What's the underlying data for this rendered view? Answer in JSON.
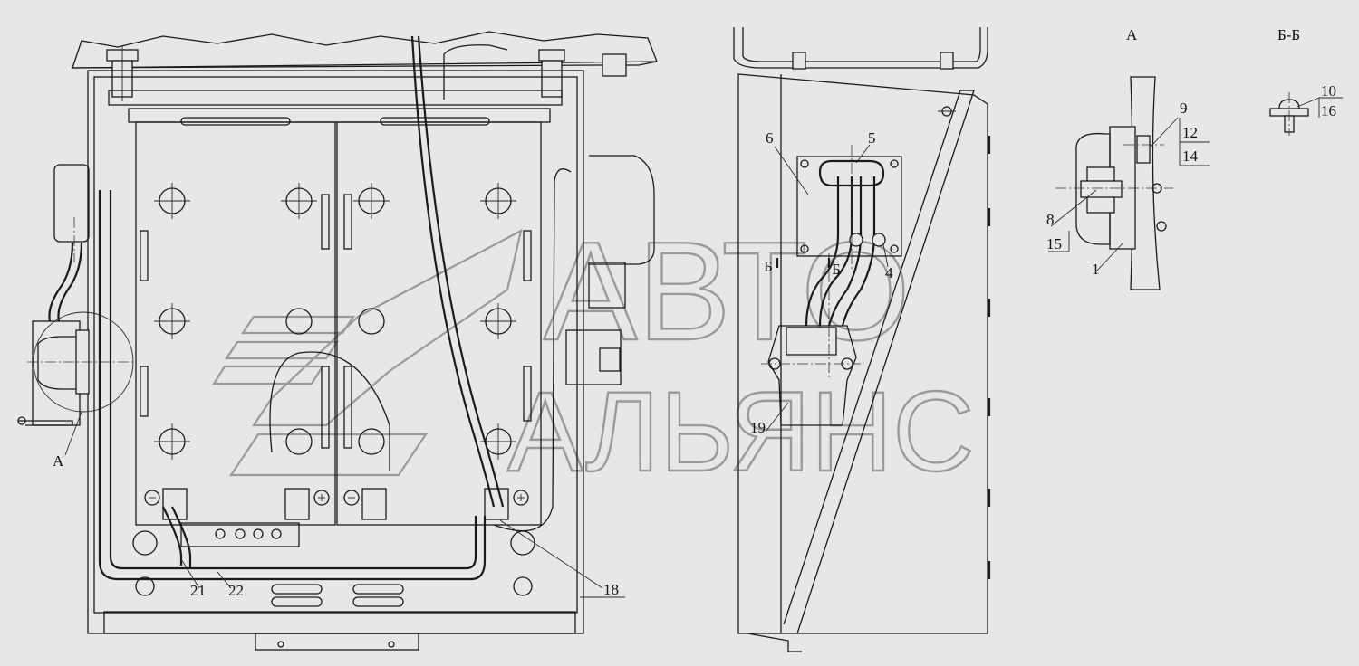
{
  "watermark": {
    "line1": "АВТО",
    "line2": "АЛЬЯНС"
  },
  "views": {
    "view_a": "А",
    "section_bb": "Б-Б"
  },
  "callouts": {
    "c1": "1",
    "c4": "4",
    "c5": "5",
    "c6": "6",
    "c8": "8",
    "c9": "9",
    "c10": "10",
    "c12": "12",
    "c14": "14",
    "c15": "15",
    "c16": "16",
    "c18": "18",
    "c19": "19",
    "c21": "21",
    "c22": "22"
  },
  "markers": {
    "view_a_ref": "А",
    "section_b_left": "Б",
    "section_b_right": "Б"
  }
}
